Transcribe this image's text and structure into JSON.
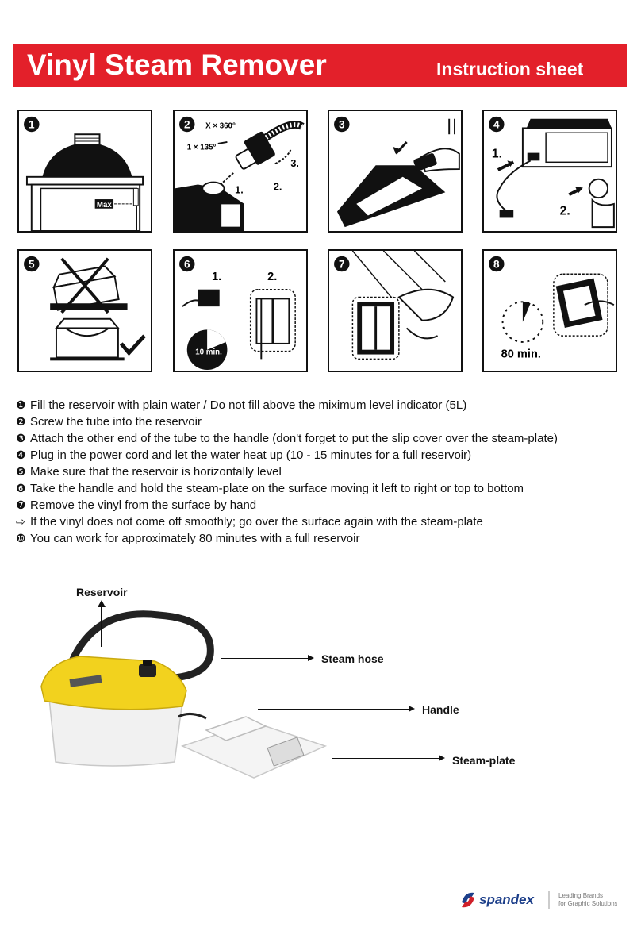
{
  "header": {
    "title": "Vinyl Steam Remover",
    "subtitle": "Instruction sheet"
  },
  "panels": [
    {
      "num": "1",
      "labels": {
        "max": "Max"
      }
    },
    {
      "num": "2",
      "labels": {
        "rot1": "X × 360°",
        "rot2": "1 × 135°",
        "s1": "1.",
        "s2": "2.",
        "s3": "3."
      }
    },
    {
      "num": "3",
      "labels": {}
    },
    {
      "num": "4",
      "labels": {
        "s1": "1.",
        "s2": "2."
      }
    },
    {
      "num": "5",
      "labels": {}
    },
    {
      "num": "6",
      "labels": {
        "s1": "1.",
        "s2": "2.",
        "timer": "10 min."
      }
    },
    {
      "num": "7",
      "labels": {}
    },
    {
      "num": "8",
      "labels": {
        "timer": "80 min."
      }
    }
  ],
  "steps": [
    {
      "bullet": "❶",
      "text": "Fill the reservoir with plain water / Do not fill above the miximum level indicator (5L)"
    },
    {
      "bullet": "❷",
      "text": "Screw the tube into the reservoir"
    },
    {
      "bullet": "❸",
      "text": "Attach the other end of the tube to the handle (don't forget to put the slip cover over the steam-plate)"
    },
    {
      "bullet": "❹",
      "text": "Plug in the power cord and let the water heat up (10 - 15 minutes for a full reservoir)"
    },
    {
      "bullet": "❺",
      "text": "Make sure that the reservoir is horizontally level"
    },
    {
      "bullet": "❻",
      "text": "Take the handle and hold the steam-plate on the surface moving it left to right or top to bottom"
    },
    {
      "bullet": "❼",
      "text": "Remove the vinyl from the surface by hand"
    },
    {
      "bullet": "⇨",
      "text": "If the vinyl does not come off smoothly; go over the surface again with the steam-plate"
    },
    {
      "bullet": "❿",
      "text": "You can work for approximately 80 minutes with a full reservoir"
    }
  ],
  "diagram": {
    "reservoir": "Reservoir",
    "steam_hose": "Steam hose",
    "handle": "Handle",
    "steam_plate": "Steam-plate"
  },
  "logo": {
    "brand": "spandex",
    "tagline_1": "Leading Brands",
    "tagline_2": "for Graphic Solutions"
  },
  "colors": {
    "banner": "#e3202a",
    "reservoir_yellow": "#f2d21e",
    "logo_blue": "#1d3f8a",
    "logo_red": "#d0202a"
  }
}
